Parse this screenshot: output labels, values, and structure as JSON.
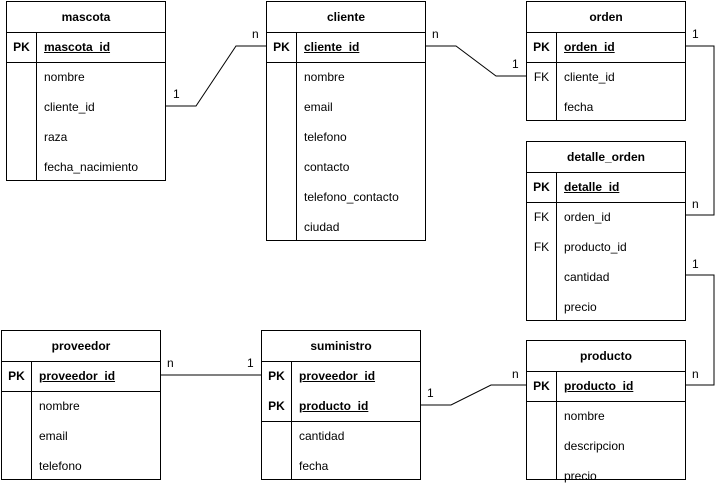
{
  "entities": {
    "mascota": {
      "title": "mascota",
      "fields": [
        {
          "key": "PK",
          "name": "mascota_id"
        },
        {
          "key": "",
          "name": "nombre"
        },
        {
          "key": "",
          "name": "cliente_id"
        },
        {
          "key": "",
          "name": "raza"
        },
        {
          "key": "",
          "name": "fecha_nacimiento"
        }
      ]
    },
    "cliente": {
      "title": "cliente",
      "fields": [
        {
          "key": "PK",
          "name": "cliente_id"
        },
        {
          "key": "",
          "name": "nombre"
        },
        {
          "key": "",
          "name": "email"
        },
        {
          "key": "",
          "name": "telefono"
        },
        {
          "key": "",
          "name": "contacto"
        },
        {
          "key": "",
          "name": "telefono_contacto"
        },
        {
          "key": "",
          "name": "ciudad"
        }
      ]
    },
    "orden": {
      "title": "orden",
      "fields": [
        {
          "key": "PK",
          "name": "orden_id"
        },
        {
          "key": "FK",
          "name": "cliente_id"
        },
        {
          "key": "",
          "name": "fecha"
        }
      ]
    },
    "detalle_orden": {
      "title": "detalle_orden",
      "fields": [
        {
          "key": "PK",
          "name": "detalle_id"
        },
        {
          "key": "FK",
          "name": "orden_id"
        },
        {
          "key": "FK",
          "name": "producto_id"
        },
        {
          "key": "",
          "name": "cantidad"
        },
        {
          "key": "",
          "name": "precio"
        }
      ]
    },
    "proveedor": {
      "title": "proveedor",
      "fields": [
        {
          "key": "PK",
          "name": "proveedor_id"
        },
        {
          "key": "",
          "name": "nombre"
        },
        {
          "key": "",
          "name": "email"
        },
        {
          "key": "",
          "name": "telefono"
        }
      ]
    },
    "suministro": {
      "title": "suministro",
      "fields": [
        {
          "key": "PK",
          "name": "proveedor_id"
        },
        {
          "key": "PK",
          "name": "producto_id"
        },
        {
          "key": "",
          "name": "cantidad"
        },
        {
          "key": "",
          "name": "fecha"
        }
      ]
    },
    "producto": {
      "title": "producto",
      "fields": [
        {
          "key": "PK",
          "name": "producto_id"
        },
        {
          "key": "",
          "name": "nombre"
        },
        {
          "key": "",
          "name": "descripcion"
        },
        {
          "key": "",
          "name": "precio"
        }
      ]
    }
  },
  "relationships": {
    "mascota_cliente": {
      "from_card": "1",
      "to_card": "n"
    },
    "cliente_orden": {
      "from_card": "n",
      "to_card": "1"
    },
    "orden_detalle": {
      "from_card": "1",
      "to_card": "n"
    },
    "detalle_producto": {
      "from_card": "1",
      "to_card": "n"
    },
    "proveedor_suministro": {
      "from_card": "n",
      "to_card": "1"
    },
    "suministro_producto": {
      "from_card": "1",
      "to_card": "n"
    }
  }
}
